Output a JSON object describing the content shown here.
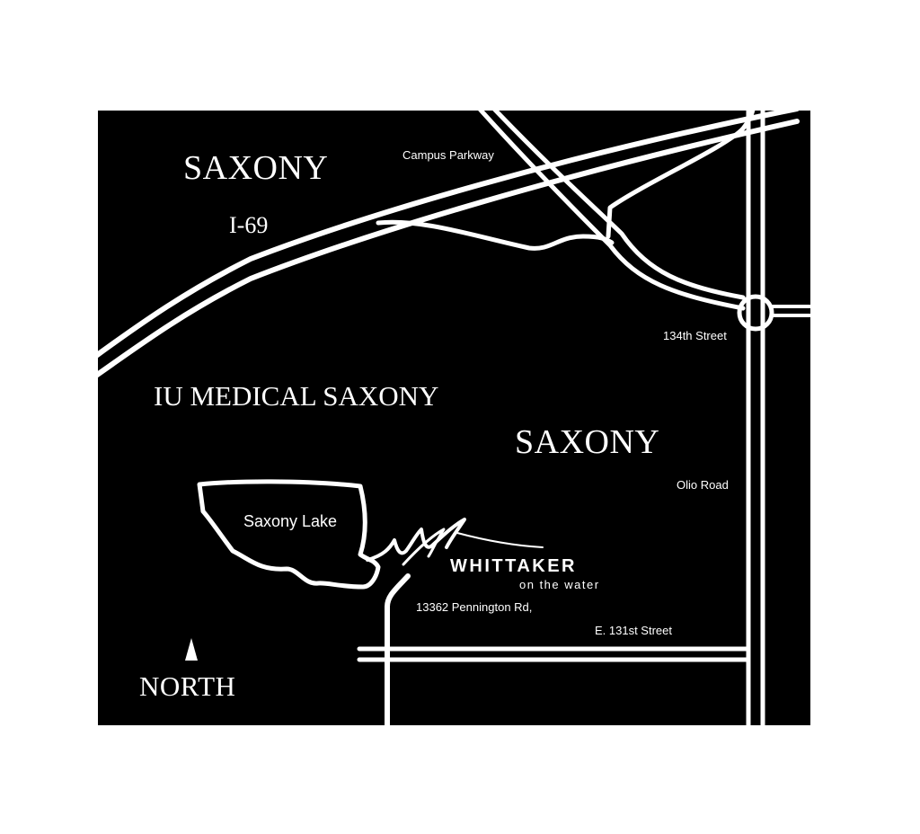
{
  "map": {
    "background": "#000000",
    "road_color": "#ffffff",
    "areas": {
      "saxony_top": "SAXONY",
      "interstate": "I-69",
      "iu_medical": "IU MEDICAL SAXONY",
      "saxony_center": "SAXONY"
    },
    "streets": {
      "campus_parkway": "Campus Parkway",
      "street_134th": "134th Street",
      "olio_road": "Olio Road",
      "street_131st": "E. 131st Street"
    },
    "lake": "Saxony Lake",
    "brand": {
      "name": "WHITTAKER",
      "tagline": "on the water",
      "address": "13362 Pennington Rd,"
    },
    "compass": {
      "label": "NORTH",
      "icon": "north-arrow-icon"
    }
  }
}
